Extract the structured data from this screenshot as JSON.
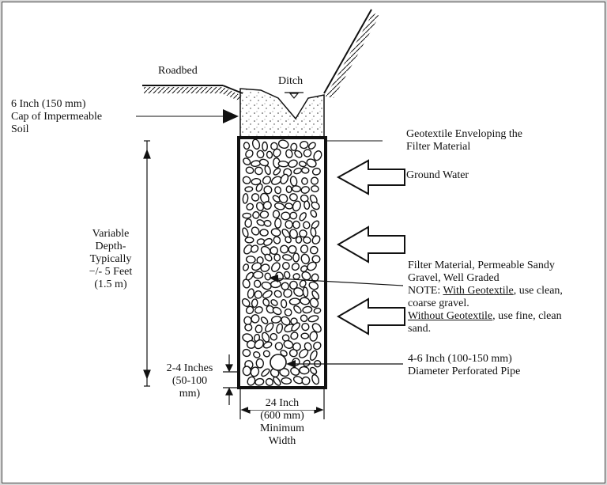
{
  "labels": {
    "roadbed": "Roadbed",
    "ditch": "Ditch",
    "cap": [
      "6 Inch (150 mm)",
      "Cap of Impermeable",
      "Soil"
    ],
    "geotextile": [
      "Geotextile Enveloping the",
      "Filter Material"
    ],
    "ground_water": "Ground Water",
    "variable_depth": [
      "Variable",
      "Depth-",
      "Typically",
      "−/- 5 Feet",
      "(1.5 m)"
    ],
    "filter_material": [
      "Filter Material, Permeable Sandy",
      "Gravel, Well Graded"
    ],
    "note_prefix": "NOTE: ",
    "note_with": "With Geotextile",
    "note_with_rest": ", use clean,",
    "note_line2": "coarse gravel.",
    "note_without": "Without Geotextile",
    "note_without_rest": ", use fine, clean",
    "note_line4": "sand.",
    "pipe": [
      "4-6 Inch (100-150 mm)",
      "Diameter Perforated Pipe"
    ],
    "bottom_gap": [
      "2-4 Inches",
      "(50-100",
      "mm)"
    ],
    "width": [
      "24 Inch",
      "(600 mm)",
      "Minimum",
      "Width"
    ]
  },
  "colors": {
    "ink": "#111111",
    "background": "#ffffff",
    "frame": "#d9d9d9"
  }
}
